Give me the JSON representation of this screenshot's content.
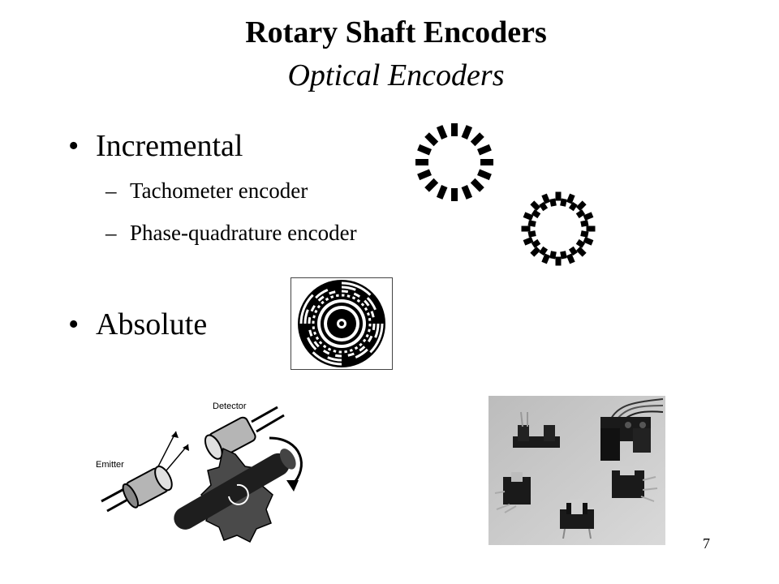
{
  "slide": {
    "title": "Rotary Shaft Encoders",
    "subtitle": "Optical Encoders",
    "bullets": [
      {
        "text": "Incremental",
        "subitems": [
          "Tachometer encoder",
          "Phase-quadrature encoder"
        ]
      },
      {
        "text": "Absolute"
      }
    ],
    "bullet_glyph": "•",
    "dash_glyph": "–",
    "page_number": "7"
  },
  "figures": {
    "diagram": {
      "emitter_label": "Emitter",
      "detector_label": "Detector"
    },
    "tachometer_disk_icon": "dashed-ring",
    "quadrature_disk_icon": "double-dashed-ring",
    "absolute_disk_icon": "gray-code-disk",
    "photo": "optical-interrupter-sensors"
  }
}
